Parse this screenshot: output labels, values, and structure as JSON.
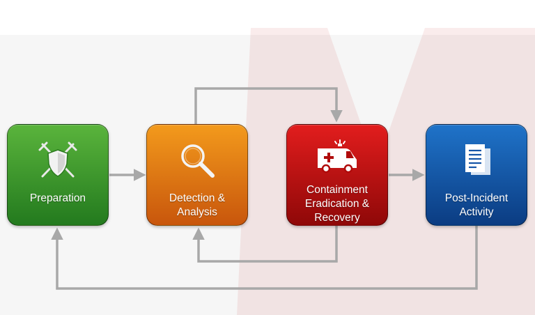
{
  "diagram": {
    "steps": [
      {
        "id": "preparation",
        "label": "Preparation",
        "icon": "shield-swords-icon",
        "color": "#3c9a2c"
      },
      {
        "id": "detection",
        "label": "Detection &\nAnalysis",
        "icon": "magnifier-icon",
        "color": "#e07a14"
      },
      {
        "id": "containment",
        "label": "Containment\nEradication &\nRecovery",
        "icon": "ambulance-icon",
        "color": "#c01010"
      },
      {
        "id": "post-incident",
        "label": "Post-Incident\nActivity",
        "icon": "document-icon",
        "color": "#1656a8"
      }
    ],
    "arrow_color": "#a8a8a8",
    "connections": [
      {
        "from": "preparation",
        "to": "detection"
      },
      {
        "from": "detection",
        "to": "containment"
      },
      {
        "from": "containment",
        "to": "detection"
      },
      {
        "from": "containment",
        "to": "post-incident"
      },
      {
        "from": "post-incident",
        "to": "preparation"
      }
    ]
  }
}
